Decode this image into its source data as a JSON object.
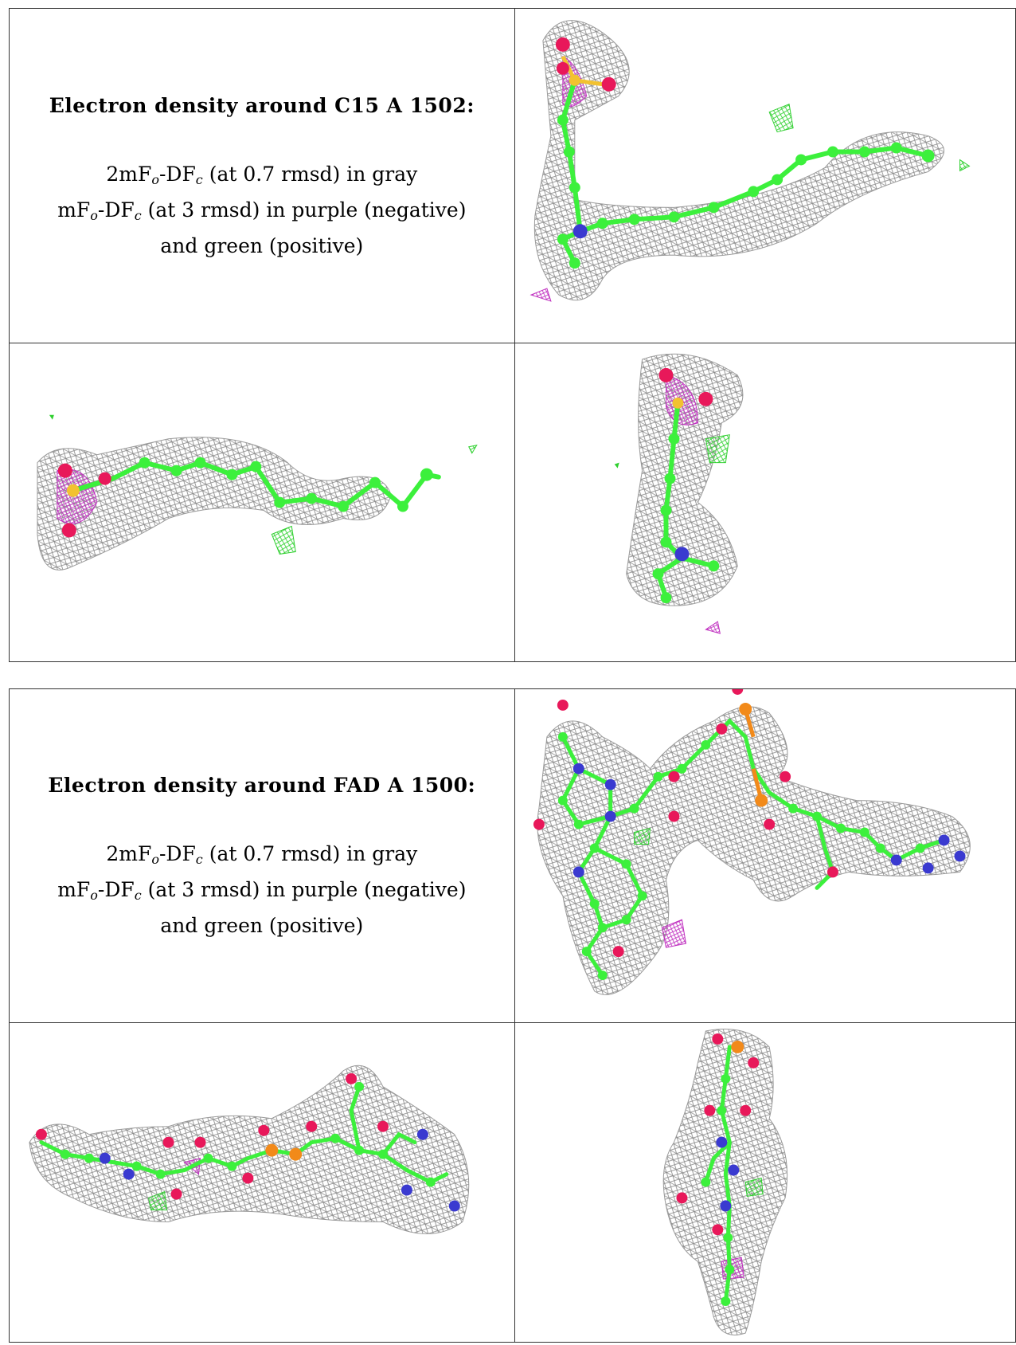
{
  "panels": [
    {
      "id": "c15",
      "title": "Electron density around C15 A 1502:",
      "legend": {
        "line1_pre": "2mF",
        "line1_sub1": "o",
        "line1_mid": "-DF",
        "line1_sub2": "c",
        "line1_post": " (at 0.7 rmsd) in gray",
        "line2_pre": "mF",
        "line2_sub1": "o",
        "line2_mid": "-DF",
        "line2_sub2": "c",
        "line2_post": " (at 3 rmsd) in purple (negative)",
        "line3": "and green (positive)"
      }
    },
    {
      "id": "fad",
      "title": "Electron density around FAD A 1500:",
      "legend": {
        "line1_pre": "2mF",
        "line1_sub1": "o",
        "line1_mid": "-DF",
        "line1_sub2": "c",
        "line1_post": " (at 0.7 rmsd) in gray",
        "line2_pre": "mF",
        "line2_sub1": "o",
        "line2_mid": "-DF",
        "line2_sub2": "c",
        "line2_post": " (at 3 rmsd) in purple (negative)",
        "line3": "and green (positive)"
      }
    }
  ],
  "colors": {
    "carbon": "#3cf03c",
    "oxygen": "#e8185a",
    "nitrogen": "#3a3ad0",
    "sulfur": "#f2c230",
    "phosphorus": "#f28a1a",
    "mesh_2fofc": "#8a8a8a",
    "mesh_negative": "#c030c0",
    "mesh_positive": "#30d030",
    "border": "#333333"
  }
}
